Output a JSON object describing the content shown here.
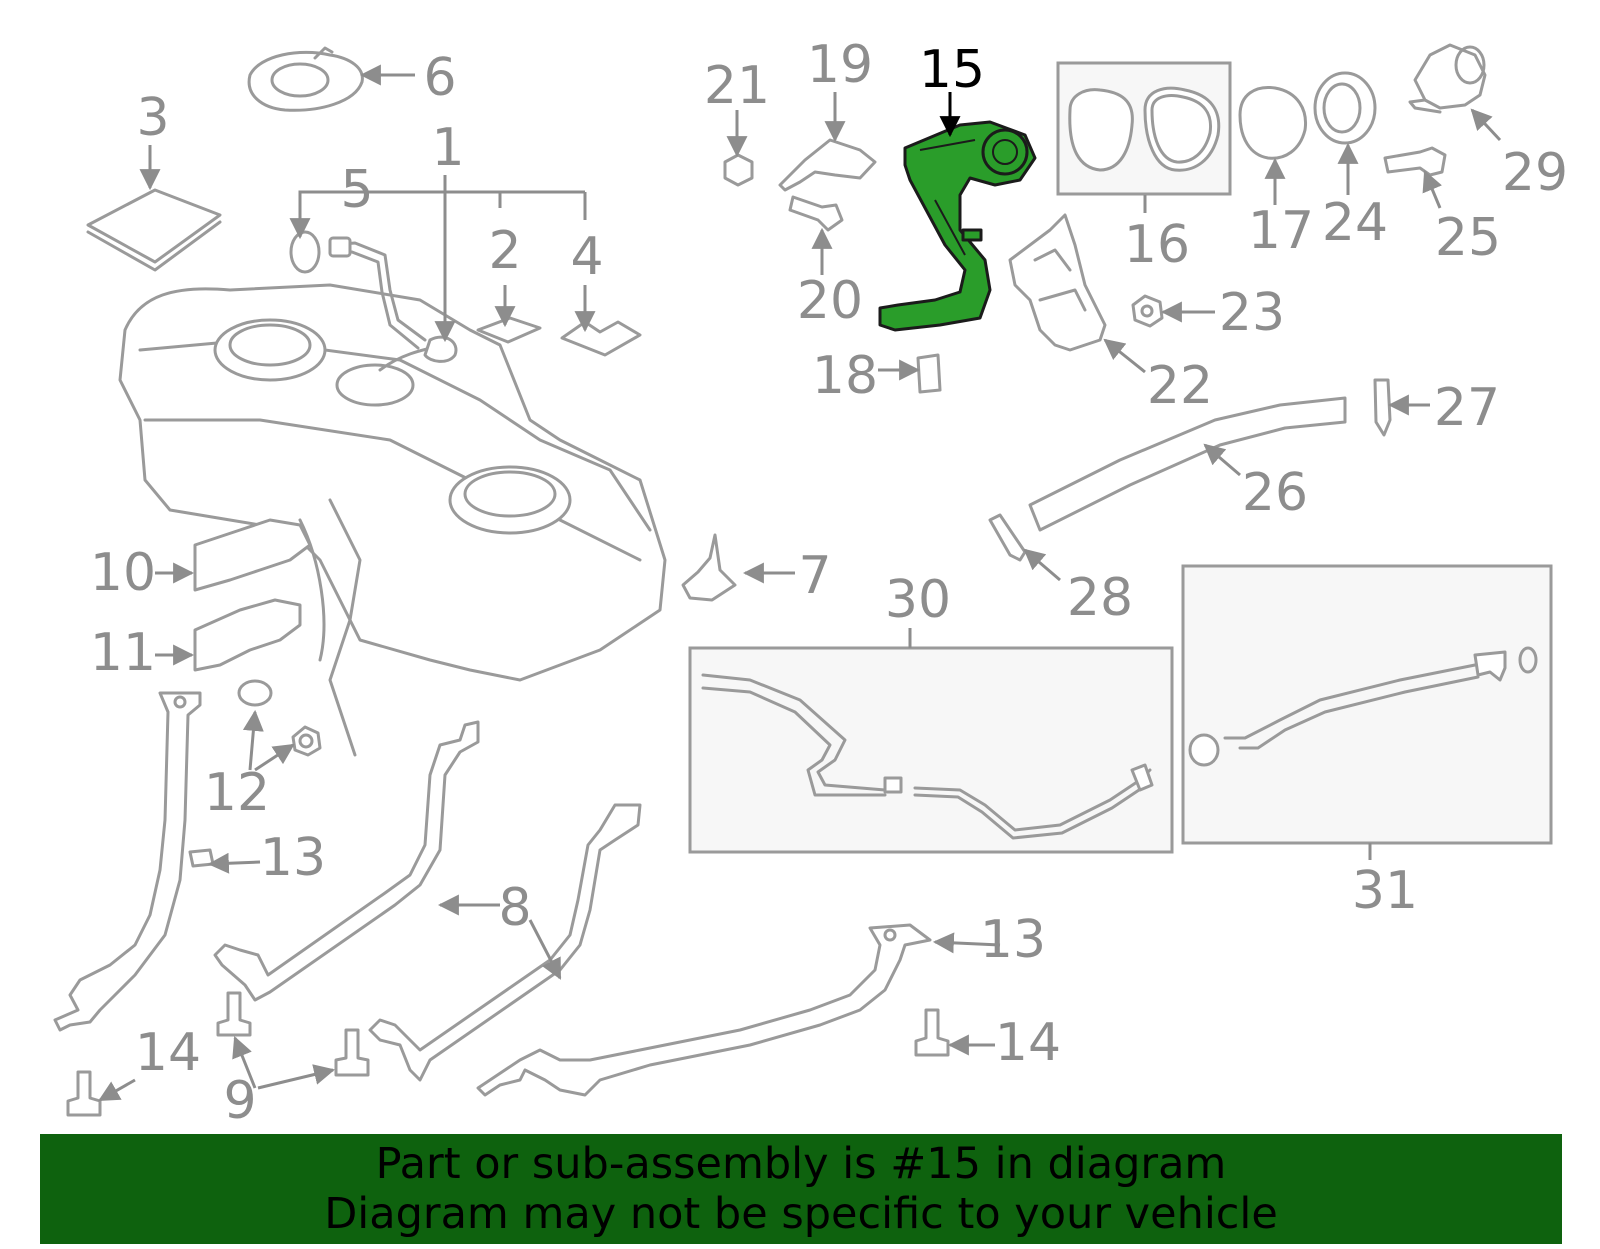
{
  "diagram": {
    "highlight_color": "#2a9d2a",
    "banner_color": "#0e620e",
    "highlighted_part": "15",
    "callouts": {
      "c1": "1",
      "c2": "2",
      "c3": "3",
      "c4": "4",
      "c5": "5",
      "c6": "6",
      "c7": "7",
      "c8": "8",
      "c9": "9",
      "c10": "10",
      "c11": "11",
      "c12": "12",
      "c13a": "13",
      "c13b": "13",
      "c14a": "14",
      "c14b": "14",
      "c15": "15",
      "c16": "16",
      "c17": "17",
      "c18": "18",
      "c19": "19",
      "c20": "20",
      "c21": "21",
      "c22": "22",
      "c23": "23",
      "c24": "24",
      "c25": "25",
      "c26": "26",
      "c27": "27",
      "c28": "28",
      "c29": "29",
      "c30": "30",
      "c31": "31"
    }
  },
  "banner": {
    "line1": "Part or sub-assembly is #15 in diagram",
    "line2": "Diagram may not be specific to your vehicle"
  }
}
